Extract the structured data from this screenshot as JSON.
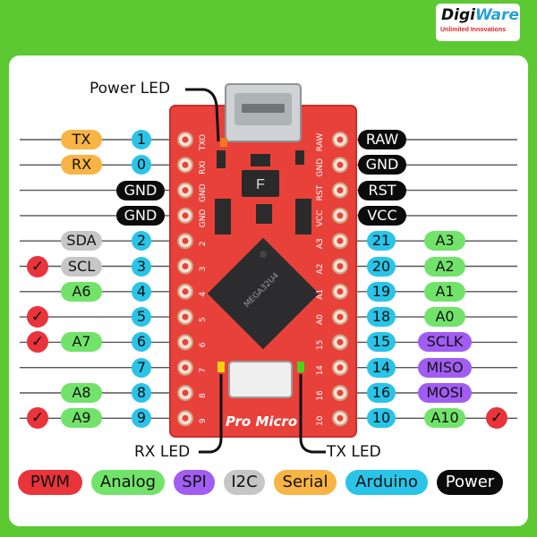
{
  "brand": {
    "name_part1": "Digi",
    "name_part2": "Ware",
    "tagline": "Unlimited Innovations"
  },
  "callouts": {
    "power_led": "Power LED",
    "rx_led": "RX LED",
    "tx_led": "TX LED"
  },
  "board": {
    "label": "Pro Micro",
    "chip_text": "MEGA32U4",
    "left_header_labels": [
      "TXO",
      "RXI",
      "GND",
      "GND",
      "2",
      "3",
      "4",
      "5",
      "6",
      "7",
      "8",
      "9"
    ],
    "right_header_labels": [
      "RAW",
      "GND",
      "RST",
      "VCC",
      "A3",
      "A2",
      "A1",
      "A0",
      "15",
      "14",
      "16",
      "10"
    ]
  },
  "left_pins": [
    {
      "num": "1",
      "tags": [
        {
          "text": "TX",
          "kind": "serial"
        }
      ]
    },
    {
      "num": "0",
      "tags": [
        {
          "text": "RX",
          "kind": "serial"
        }
      ]
    },
    {
      "num": "",
      "tags": [
        {
          "text": "GND",
          "kind": "power"
        }
      ]
    },
    {
      "num": "",
      "tags": [
        {
          "text": "GND",
          "kind": "power"
        }
      ]
    },
    {
      "num": "2",
      "tags": [
        {
          "text": "SDA",
          "kind": "i2c"
        }
      ]
    },
    {
      "num": "3",
      "pwm": true,
      "tags": [
        {
          "text": "SCL",
          "kind": "i2c"
        }
      ]
    },
    {
      "num": "4",
      "tags": [
        {
          "text": "A6",
          "kind": "analog"
        }
      ]
    },
    {
      "num": "5",
      "pwm": true,
      "tags": []
    },
    {
      "num": "6",
      "pwm": true,
      "tags": [
        {
          "text": "A7",
          "kind": "analog"
        }
      ]
    },
    {
      "num": "7",
      "tags": []
    },
    {
      "num": "8",
      "tags": [
        {
          "text": "A8",
          "kind": "analog"
        }
      ]
    },
    {
      "num": "9",
      "pwm": true,
      "tags": [
        {
          "text": "A9",
          "kind": "analog"
        }
      ]
    }
  ],
  "right_pins": [
    {
      "num": "",
      "tags": [
        {
          "text": "RAW",
          "kind": "power"
        }
      ]
    },
    {
      "num": "",
      "tags": [
        {
          "text": "GND",
          "kind": "power"
        }
      ]
    },
    {
      "num": "",
      "tags": [
        {
          "text": "RST",
          "kind": "power"
        }
      ]
    },
    {
      "num": "",
      "tags": [
        {
          "text": "VCC",
          "kind": "power"
        }
      ]
    },
    {
      "num": "21",
      "tags": [
        {
          "text": "A3",
          "kind": "analog"
        }
      ]
    },
    {
      "num": "20",
      "tags": [
        {
          "text": "A2",
          "kind": "analog"
        }
      ]
    },
    {
      "num": "19",
      "tags": [
        {
          "text": "A1",
          "kind": "analog"
        }
      ]
    },
    {
      "num": "18",
      "tags": [
        {
          "text": "A0",
          "kind": "analog"
        }
      ]
    },
    {
      "num": "15",
      "tags": [
        {
          "text": "SCLK",
          "kind": "spi"
        }
      ]
    },
    {
      "num": "14",
      "tags": [
        {
          "text": "MISO",
          "kind": "spi"
        }
      ]
    },
    {
      "num": "16",
      "tags": [
        {
          "text": "MOSI",
          "kind": "spi"
        }
      ]
    },
    {
      "num": "10",
      "pwm": true,
      "tags": [
        {
          "text": "A10",
          "kind": "analog"
        }
      ]
    }
  ],
  "check_mark": "✓",
  "legend": [
    {
      "text": "PWM",
      "kind": "pwm"
    },
    {
      "text": "Analog",
      "kind": "analog"
    },
    {
      "text": "SPI",
      "kind": "spi"
    },
    {
      "text": "I2C",
      "kind": "i2c"
    },
    {
      "text": "Serial",
      "kind": "serial"
    },
    {
      "text": "Arduino",
      "kind": "arduino"
    },
    {
      "text": "Power",
      "kind": "power"
    }
  ],
  "colors": {
    "background": "#5cc832",
    "panel": "#ffffff",
    "board": "#e8413a",
    "pwm": "#e8343a",
    "analog": "#72e36a",
    "spi": "#a15df2",
    "i2c": "#c6c6c6",
    "serial": "#f8b444",
    "arduino": "#29c4e8",
    "power": "#0b0b0b"
  }
}
